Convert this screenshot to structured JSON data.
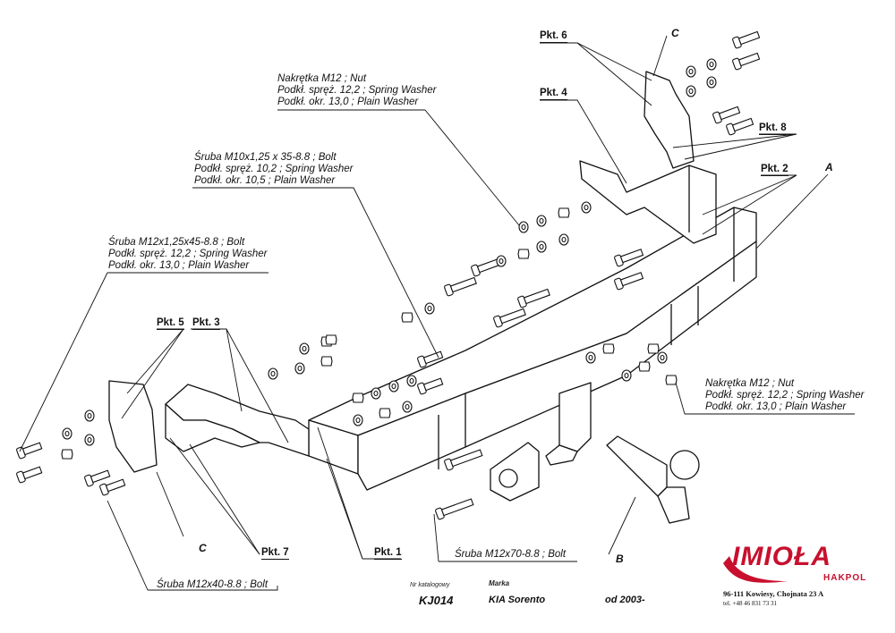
{
  "callouts": {
    "nut_top": [
      "Nakrętka  M12 ; Nut",
      "Podkł. spręż. 12,2 ; Spring Washer",
      "Podkł. okr. 13,0 ;  Plain Washer"
    ],
    "bolt_m10": [
      "Śruba M10x1,25 x 35-8.8 ; Bolt",
      "Podkł. spręż. 10,2 ; Spring Washer",
      "Podkł. okr. 10,5 ;  Plain Washer"
    ],
    "bolt_m12_45": [
      "Śruba M12x1,25x45-8.8 ;  Bolt",
      "Podkł. spręż. 12,2 ; Spring Washer",
      "Podkł. okr. 13,0 ;  Plain Washer"
    ],
    "nut_right": [
      "Nakrętka  M12 ; Nut",
      "Podkł. spręż. 12,2 ; Spring Washer",
      "Podkł. okr. 13,0 ;  Plain Washer"
    ],
    "bolt_m12_40": "Śruba M12x40-8.8 ;  Bolt",
    "bolt_m12_70": "Śruba M12x70-8.8 ;  Bolt"
  },
  "points": {
    "pkt1": "Pkt. 1",
    "pkt2": "Pkt. 2",
    "pkt3": "Pkt. 3",
    "pkt4": "Pkt. 4",
    "pkt5": "Pkt. 5",
    "pkt6": "Pkt. 6",
    "pkt7": "Pkt. 7",
    "pkt8": "Pkt. 8"
  },
  "letters": {
    "a": "A",
    "b": "B",
    "c_top": "C",
    "c_bottom": "C"
  },
  "footer": {
    "catalog_label": "Nr katalogowy",
    "catalog_number": "KJ014",
    "make_label": "Marka",
    "model": "KIA Sorento",
    "year": "od 2003-"
  },
  "brand": {
    "name": "IMIOŁA",
    "sub": "HAKPOL",
    "address": "96-111 Kowiesy, Chojnata 23 A",
    "phone": "tel. +48 46 831 73 31",
    "color": "#c8102e"
  }
}
